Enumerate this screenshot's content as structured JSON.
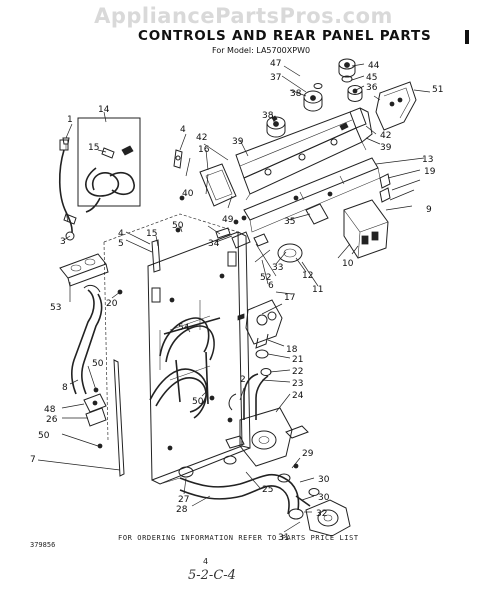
{
  "watermark": "AppliancePartsPros.com",
  "title": "CONTROLS AND REAR PANEL PARTS",
  "subtitle": "For Model: LA5700XPW0",
  "footer_note": "FOR ORDERING INFORMATION REFER TO PARTS PRICE LIST",
  "doc_number": "379856",
  "page_number": "4",
  "handwritten_note": "5-2-C-4",
  "callouts": [
    "1",
    "2",
    "3",
    "4",
    "5",
    "6",
    "7",
    "8",
    "9",
    "10",
    "11",
    "12",
    "13",
    "14",
    "15",
    "16",
    "17",
    "18",
    "19",
    "20",
    "21",
    "22",
    "23",
    "24",
    "25",
    "26",
    "27",
    "28",
    "29",
    "30",
    "31",
    "32",
    "33",
    "34",
    "35",
    "36",
    "37",
    "38",
    "39",
    "40",
    "42",
    "44",
    "45",
    "47",
    "48",
    "49",
    "50",
    "51",
    "52",
    "53",
    "54"
  ]
}
